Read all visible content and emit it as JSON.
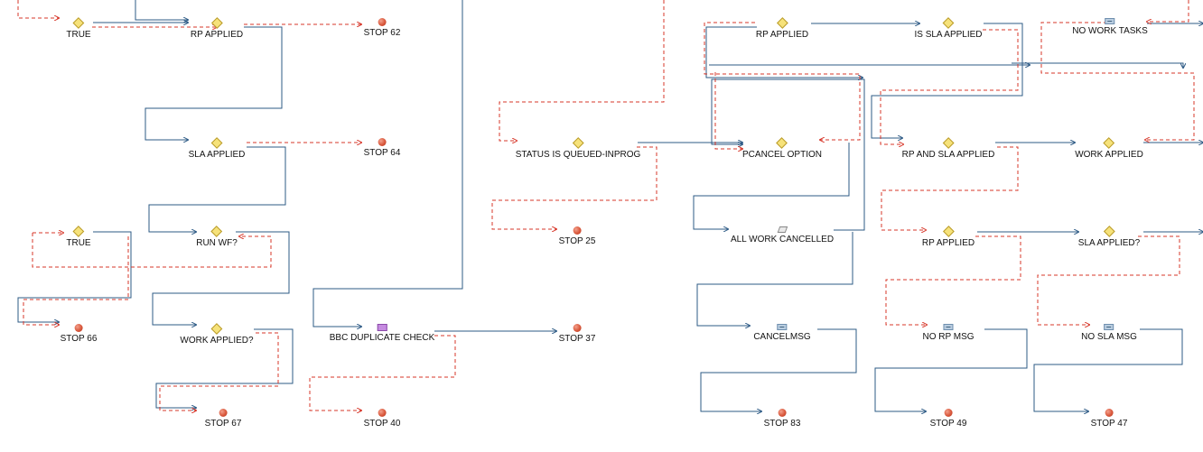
{
  "diagram": {
    "colors": {
      "solid_link": "#2e5b86",
      "dashed_link": "#d7372a"
    },
    "nodes": [
      {
        "id": "n_true_top",
        "label": "TRUE",
        "icon": "diamond-icon"
      },
      {
        "id": "n_rp_applied_1",
        "label": "RP APPLIED",
        "icon": "diamond-icon"
      },
      {
        "id": "n_stop62",
        "label": "STOP 62",
        "icon": "stop-icon"
      },
      {
        "id": "n_rp_applied_2",
        "label": "RP APPLIED",
        "icon": "diamond-icon"
      },
      {
        "id": "n_is_sla_applied",
        "label": "IS SLA APPLIED",
        "icon": "diamond-icon"
      },
      {
        "id": "n_no_work_tasks",
        "label": "NO WORK TASKS",
        "icon": "message-icon"
      },
      {
        "id": "n_sla_applied",
        "label": "SLA APPLIED",
        "icon": "diamond-icon"
      },
      {
        "id": "n_stop64",
        "label": "STOP 64",
        "icon": "stop-icon"
      },
      {
        "id": "n_status_queued",
        "label": "STATUS IS QUEUED-INPROG",
        "icon": "diamond-icon"
      },
      {
        "id": "n_pcancel",
        "label": "PCANCEL OPTION",
        "icon": "diamond-icon"
      },
      {
        "id": "n_rp_and_sla",
        "label": "RP AND SLA APPLIED",
        "icon": "diamond-icon"
      },
      {
        "id": "n_work_applied",
        "label": "WORK APPLIED",
        "icon": "diamond-icon"
      },
      {
        "id": "n_true_mid",
        "label": "TRUE",
        "icon": "diamond-icon"
      },
      {
        "id": "n_run_wf",
        "label": "RUN WF?",
        "icon": "diamond-icon"
      },
      {
        "id": "n_stop25",
        "label": "STOP 25",
        "icon": "stop-icon"
      },
      {
        "id": "n_all_work_cancelled",
        "label": "ALL WORK CANCELLED",
        "icon": "parallelogram-icon"
      },
      {
        "id": "n_rp_applied_3",
        "label": "RP APPLIED",
        "icon": "diamond-icon"
      },
      {
        "id": "n_sla_applied_q",
        "label": "SLA APPLIED?",
        "icon": "diamond-icon"
      },
      {
        "id": "n_stop66",
        "label": "STOP 66",
        "icon": "stop-icon"
      },
      {
        "id": "n_work_applied_q",
        "label": "WORK APPLIED?",
        "icon": "diamond-icon"
      },
      {
        "id": "n_bbc_dup",
        "label": "BBC DUPLICATE CHECK",
        "icon": "task-icon"
      },
      {
        "id": "n_stop37",
        "label": "STOP 37",
        "icon": "stop-icon"
      },
      {
        "id": "n_cancelmsg",
        "label": "CANCELMSG",
        "icon": "message-icon"
      },
      {
        "id": "n_no_rp_msg",
        "label": "NO RP MSG",
        "icon": "message-icon"
      },
      {
        "id": "n_no_sla_msg",
        "label": "NO SLA MSG",
        "icon": "message-icon"
      },
      {
        "id": "n_stop67",
        "label": "STOP 67",
        "icon": "stop-icon"
      },
      {
        "id": "n_stop40",
        "label": "STOP 40",
        "icon": "stop-icon"
      },
      {
        "id": "n_stop83",
        "label": "STOP 83",
        "icon": "stop-icon"
      },
      {
        "id": "n_stop49",
        "label": "STOP 49",
        "icon": "stop-icon"
      },
      {
        "id": "n_stop47",
        "label": "STOP 47",
        "icon": "stop-icon"
      }
    ]
  }
}
